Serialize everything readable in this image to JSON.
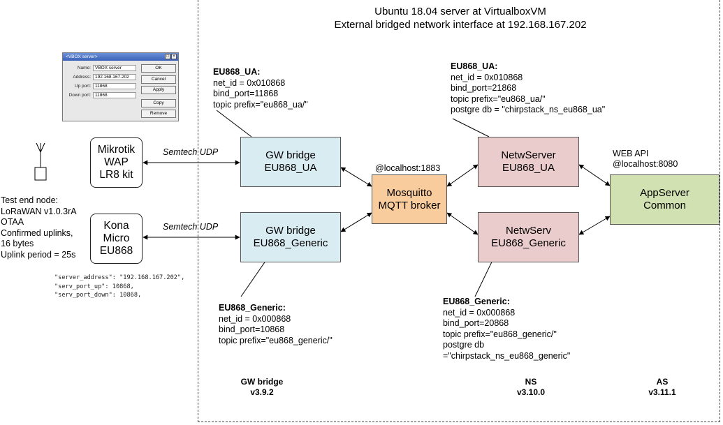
{
  "frame": {
    "title_line1": "Ubuntu 18.04 server at VirtualboxVM",
    "title_line2": "External bridged network interface at 192.168.167.202"
  },
  "dialog": {
    "title": "<VBOX server>",
    "fields": [
      {
        "label": "Name:",
        "value": "VBOX server"
      },
      {
        "label": "Address:",
        "value": "192.168.167.202"
      },
      {
        "label": "Up port:",
        "value": "11868"
      },
      {
        "label": "Down port:",
        "value": "11868"
      }
    ],
    "buttons": [
      "OK",
      "Cancel",
      "Apply",
      "Copy",
      "Remove"
    ]
  },
  "devices": {
    "mikrotik": {
      "l1": "Mikrotik",
      "l2": "WAP",
      "l3": "LR8 kit"
    },
    "kona": {
      "l1": "Kona",
      "l2": "Micro",
      "l3": "EU868"
    }
  },
  "end_node": {
    "l1": "Test end node:",
    "l2": "LoRaWAN v1.0.3rA",
    "l3": "OTAA",
    "l4": "Confirmed uplinks,",
    "l5": "16 bytes",
    "l6": "Uplink period = 25s"
  },
  "kona_config": {
    "l1": "\"server_address\": \"192.168.167.202\",",
    "l2": "\"serv_port_up\": 10868,",
    "l3": "\"serv_port_down\": 10868,"
  },
  "links": {
    "semtech1": "Semtech UDP",
    "semtech2": "Semtech UDP"
  },
  "nodes": {
    "gw_ua": {
      "l1": "GW bridge",
      "l2": "EU868_UA"
    },
    "gw_generic": {
      "l1": "GW bridge",
      "l2": "EU868_Generic"
    },
    "mqtt": {
      "l1": "Mosquitto",
      "l2": "MQTT broker",
      "addr": "@localhost:1883"
    },
    "ns_ua": {
      "l1": "NetwServer",
      "l2": "EU868_UA"
    },
    "ns_generic": {
      "l1": "NetwServ",
      "l2": "EU868_Generic"
    },
    "as": {
      "l1": "AppServer",
      "l2": "Common",
      "api1": "WEB API",
      "api2": "@localhost:8080"
    }
  },
  "notes": {
    "gw_ua": {
      "head": "EU868_UA:",
      "l1": "net_id = 0x010868",
      "l2": "bind_port=11868",
      "l3": "topic prefix=\"eu868_ua/\""
    },
    "gw_generic": {
      "head": "EU868_Generic:",
      "l1": "net_id = 0x000868",
      "l2": "bind_port=10868",
      "l3": "topic prefix=\"eu868_generic/\""
    },
    "ns_ua": {
      "head": "EU868_UA:",
      "l1": "net_id = 0x010868",
      "l2": "bind_port=21868",
      "l3": "topic prefix=\"eu868_ua/\"",
      "l4": "postgre db = \"chirpstack_ns_eu868_ua\""
    },
    "ns_generic": {
      "head": "EU868_Generic:",
      "l1": "net_id = 0x000868",
      "l2": "bind_port=20868",
      "l3": "topic prefix=\"eu868_generic/\"",
      "l4": "postgre db",
      "l5": "=\"chirpstack_ns_eu868_generic\""
    }
  },
  "versions": {
    "gw": {
      "name": "GW bridge",
      "ver": "v3.9.2"
    },
    "ns": {
      "name": "NS",
      "ver": "v3.10.0"
    },
    "as": {
      "name": "AS",
      "ver": "v3.11.1"
    }
  }
}
